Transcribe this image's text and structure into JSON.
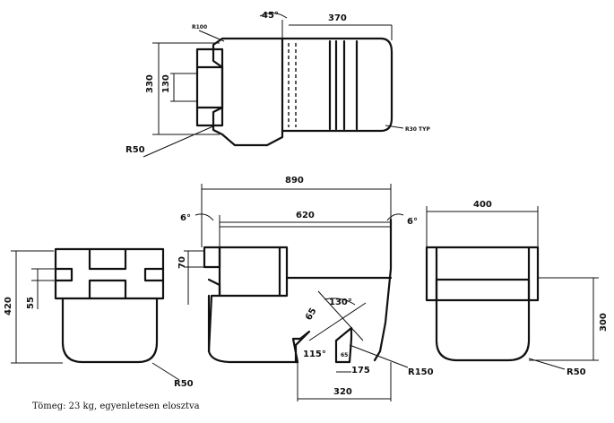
{
  "top_view": {
    "angle_45": "45°",
    "length_370": "370",
    "width_330": "330",
    "inner_130": "130",
    "radius_100": "R100",
    "radius_50": "R50",
    "radius_30_typ": "R30 TYP"
  },
  "front_view": {
    "overall_890": "890",
    "inner_620": "620",
    "angle_left_6": "6°",
    "angle_right_6": "6°",
    "step_70": "70",
    "angle_130": "130°",
    "size_65": "65",
    "angle_115": "115°",
    "size_175": "175",
    "size_320": "320",
    "radius_150": "R150",
    "size_65_small": "65"
  },
  "left_view": {
    "height_420": "420",
    "step_55": "55",
    "radius_50": "R50"
  },
  "right_view": {
    "width_400": "400",
    "height_300": "300",
    "radius_50": "R50"
  },
  "caption": "Tömeg: 23 kg, egyenletesen elosztva"
}
